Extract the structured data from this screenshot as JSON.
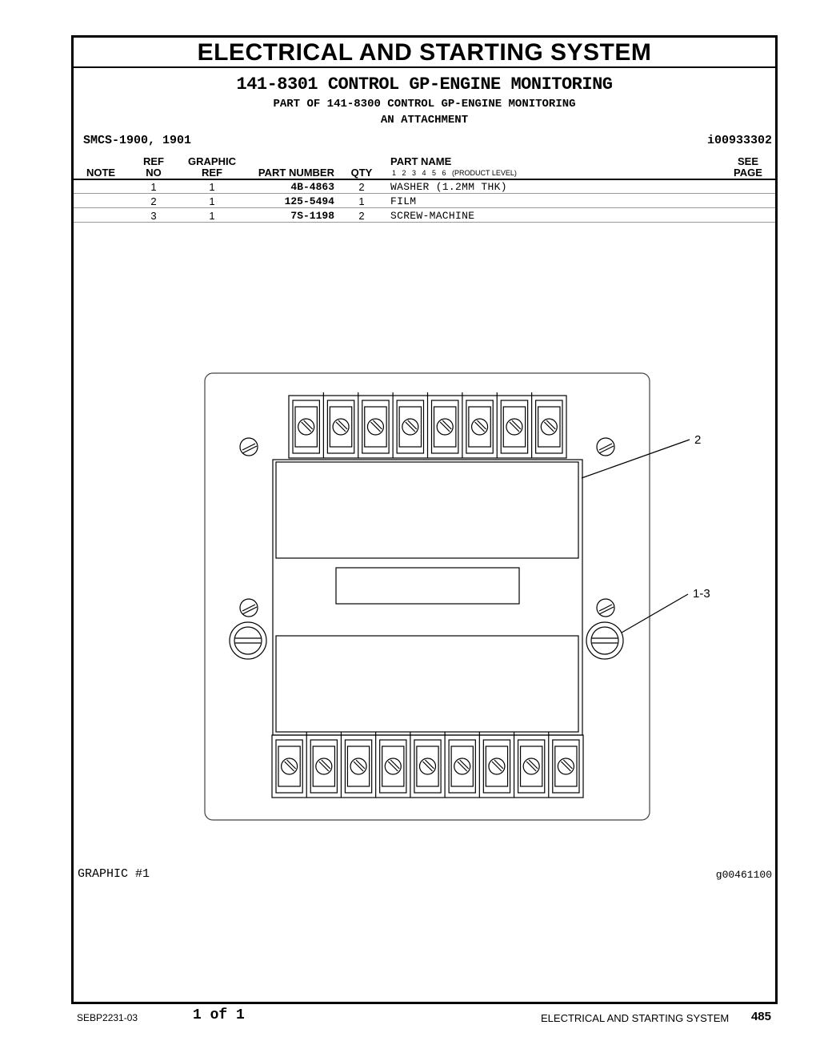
{
  "section_title": "ELECTRICAL AND STARTING SYSTEM",
  "group": {
    "title": "141-8301 CONTROL GP-ENGINE MONITORING",
    "subtitle1": "PART OF 141-8300 CONTROL GP-ENGINE MONITORING",
    "subtitle2": "AN ATTACHMENT"
  },
  "smcs": "SMCS-1900, 1901",
  "illustration_id": "i00933302",
  "table": {
    "headers": {
      "note": "NOTE",
      "ref_top": "REF",
      "ref_bottom": "NO",
      "graphic_top": "GRAPHIC",
      "graphic_bottom": "REF",
      "part_number": "PART NUMBER",
      "qty": "QTY",
      "part_name": "PART NAME",
      "levels": "1   2   3   4   5   6   (PRODUCT LEVEL)",
      "see_top": "SEE",
      "see_bottom": "PAGE"
    },
    "rows": [
      {
        "note": "",
        "ref": "1",
        "graphic": "1",
        "part_number": "4B-4863",
        "qty": "2",
        "name": "WASHER (1.2MM THK)",
        "see": ""
      },
      {
        "note": "",
        "ref": "2",
        "graphic": "1",
        "part_number": "125-5494",
        "qty": "1",
        "name": "FILM",
        "see": ""
      },
      {
        "note": "",
        "ref": "3",
        "graphic": "1",
        "part_number": "7S-1198",
        "qty": "2",
        "name": "SCREW-MACHINE",
        "see": ""
      }
    ]
  },
  "illustration": {
    "callouts": [
      "2",
      "1-3"
    ],
    "graphic_label": "GRAPHIC #1",
    "graphic_id": "g00461100"
  },
  "footer": {
    "publication": "SEBP2231-03",
    "pages": "1 of 1",
    "system": "ELECTRICAL AND STARTING SYSTEM",
    "page_number": "485"
  }
}
